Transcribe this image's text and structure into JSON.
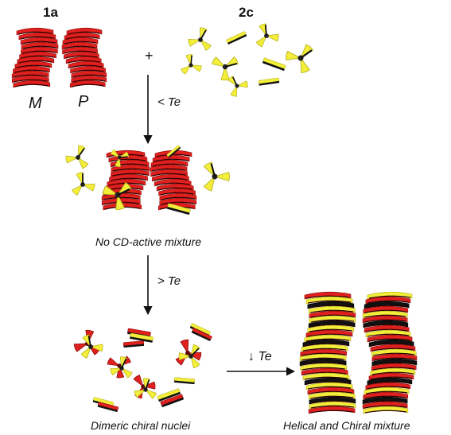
{
  "labels": {
    "compound_1a": "1a",
    "compound_2c": "2c",
    "enantiomer_m": "M",
    "enantiomer_p": "P",
    "plus": "+",
    "cond_below": "< Te",
    "cond_above": "> Te",
    "cond_cool": "↓ Te",
    "no_cd": "No CD-active mixture",
    "nuclei": "Dimeric chiral nuclei",
    "helical": "Helical and Chiral mixture"
  },
  "colors": {
    "red": "#e0201e",
    "red_dark": "#8a0d0b",
    "yellow": "#f2ee3a",
    "yellow_dark": "#b5ae18",
    "black": "#111111",
    "arrow": "#111111"
  },
  "icons": {
    "propeller": "tri-blade-propeller-icon",
    "red_stack": "red-helical-stack-icon",
    "mixed_stack": "red-yellow-helical-stack-icon"
  }
}
